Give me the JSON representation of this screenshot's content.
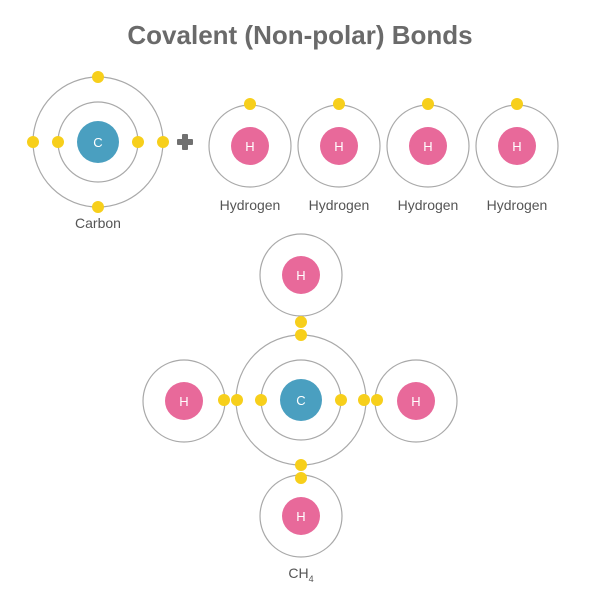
{
  "title": "Covalent (Non-polar) Bonds",
  "colors": {
    "title": "#6a6a6a",
    "label": "#555555",
    "orbit": "#a9a9a9",
    "carbon": "#4a9fc0",
    "hydrogen": "#e8699a",
    "electron": "#f7cf1b",
    "plus": "#707070",
    "nucleus_text": "#ffffff"
  },
  "top_row": {
    "carbon": {
      "symbol": "C",
      "label": "Carbon"
    },
    "hydrogens": [
      {
        "symbol": "H",
        "label": "Hydrogen"
      },
      {
        "symbol": "H",
        "label": "Hydrogen"
      },
      {
        "symbol": "H",
        "label": "Hydrogen"
      },
      {
        "symbol": "H",
        "label": "Hydrogen"
      }
    ]
  },
  "molecule": {
    "center": {
      "symbol": "C"
    },
    "hydrogens": [
      {
        "position": "top",
        "symbol": "H"
      },
      {
        "position": "left",
        "symbol": "H"
      },
      {
        "position": "right",
        "symbol": "H"
      },
      {
        "position": "bottom",
        "symbol": "H"
      }
    ],
    "formula": "CH",
    "formula_subscript": "4"
  }
}
